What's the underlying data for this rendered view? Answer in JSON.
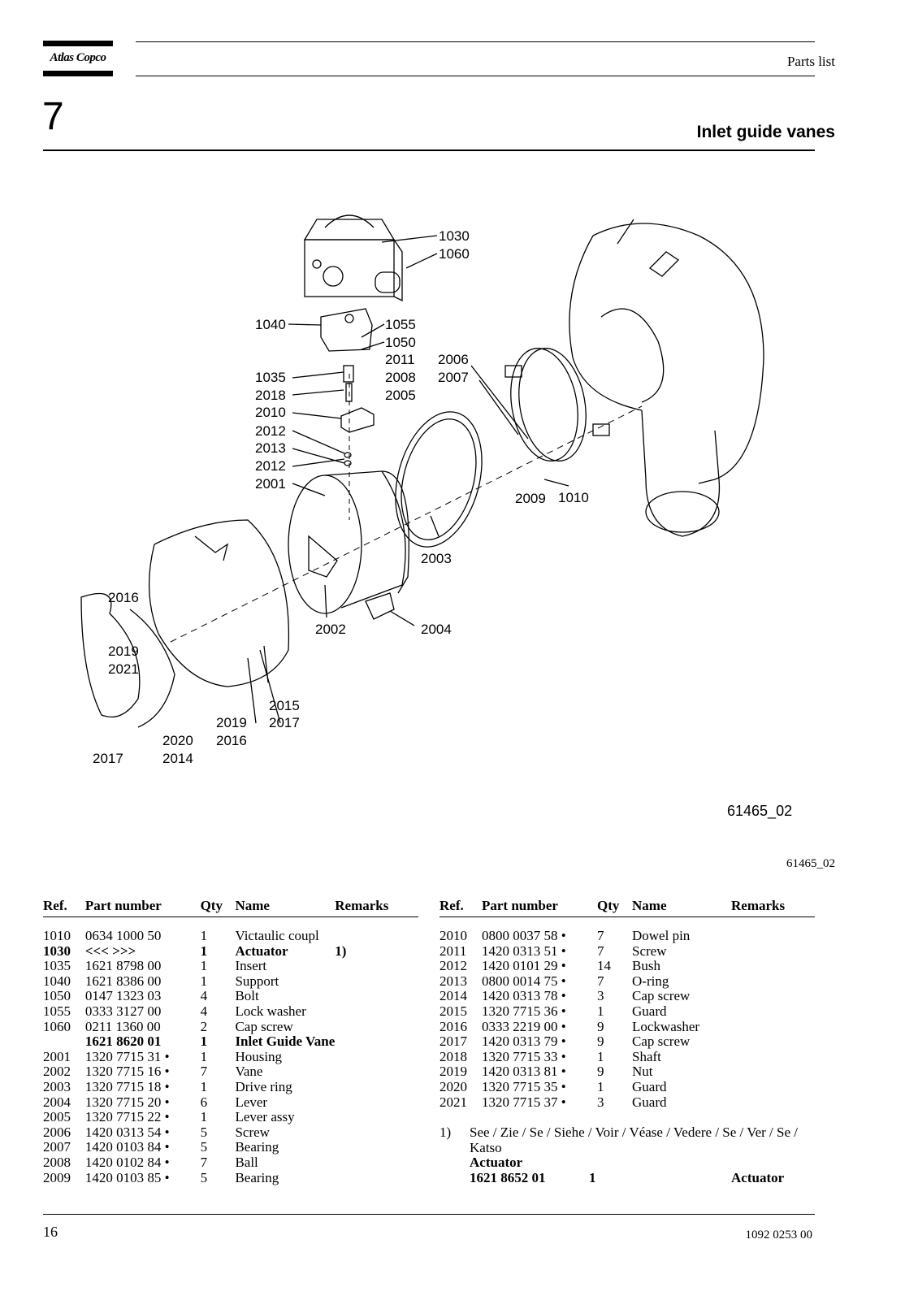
{
  "header": {
    "logo_text": "Atlas Copco",
    "section": "Parts list"
  },
  "chapter": {
    "number": "7",
    "title": "Inlet guide vanes"
  },
  "diagram": {
    "id_label": "61465_02",
    "caption_id": "61465_02",
    "callouts": [
      "1030",
      "1060",
      "1040",
      "1055",
      "1050",
      "2011",
      "1035",
      "2008",
      "2018",
      "2005",
      "2010",
      "2006",
      "2007",
      "2012",
      "2013",
      "2012",
      "2001",
      "2009",
      "1010",
      "2003",
      "2016",
      "2002",
      "2004",
      "2019",
      "2021",
      "2015",
      "2017",
      "2019",
      "2016",
      "2020",
      "2017",
      "2014"
    ]
  },
  "table_headers": {
    "ref": "Ref.",
    "part_number": "Part number",
    "qty": "Qty",
    "name": "Name",
    "remarks": "Remarks"
  },
  "left_rows": [
    {
      "ref": "1010",
      "pn": "0634 1000 50",
      "qty": "1",
      "name": "Victaulic coupl",
      "rem": "",
      "bold": false
    },
    {
      "ref": "1030",
      "pn": "<<< >>>",
      "qty": "1",
      "name": "Actuator",
      "rem": "1)",
      "bold": true
    },
    {
      "ref": "1035",
      "pn": "1621 8798 00",
      "qty": "1",
      "name": "Insert",
      "rem": "",
      "bold": false
    },
    {
      "ref": "1040",
      "pn": "1621 8386 00",
      "qty": "1",
      "name": "Support",
      "rem": "",
      "bold": false
    },
    {
      "ref": "1050",
      "pn": "0147 1323 03",
      "qty": "4",
      "name": "Bolt",
      "rem": "",
      "bold": false
    },
    {
      "ref": "1055",
      "pn": "0333 3127 00",
      "qty": "4",
      "name": "Lock washer",
      "rem": "",
      "bold": false
    },
    {
      "ref": "1060",
      "pn": "0211 1360 00",
      "qty": "2",
      "name": "Cap screw",
      "rem": "",
      "bold": false
    },
    {
      "ref": "",
      "pn": "1621 8620 01",
      "qty": "1",
      "name": "Inlet Guide Vane",
      "rem": "",
      "bold": true
    },
    {
      "ref": "2001",
      "pn": "1320 7715 31 •",
      "qty": "1",
      "name": "Housing",
      "rem": "",
      "bold": false
    },
    {
      "ref": "2002",
      "pn": "1320 7715 16 •",
      "qty": "7",
      "name": "Vane",
      "rem": "",
      "bold": false
    },
    {
      "ref": "2003",
      "pn": "1320 7715 18 •",
      "qty": "1",
      "name": "Drive ring",
      "rem": "",
      "bold": false
    },
    {
      "ref": "2004",
      "pn": "1320 7715 20 •",
      "qty": "6",
      "name": "Lever",
      "rem": "",
      "bold": false
    },
    {
      "ref": "2005",
      "pn": "1320 7715 22 •",
      "qty": "1",
      "name": "Lever assy",
      "rem": "",
      "bold": false
    },
    {
      "ref": "2006",
      "pn": "1420 0313 54 •",
      "qty": "5",
      "name": "Screw",
      "rem": "",
      "bold": false
    },
    {
      "ref": "2007",
      "pn": "1420 0103 84 •",
      "qty": "5",
      "name": "Bearing",
      "rem": "",
      "bold": false
    },
    {
      "ref": "2008",
      "pn": "1420 0102 84 •",
      "qty": "7",
      "name": "Ball",
      "rem": "",
      "bold": false
    },
    {
      "ref": "2009",
      "pn": "1420 0103 85 •",
      "qty": "5",
      "name": "Bearing",
      "rem": "",
      "bold": false
    }
  ],
  "right_rows": [
    {
      "ref": "2010",
      "pn": "0800 0037 58 •",
      "qty": "7",
      "name": "Dowel pin",
      "rem": ""
    },
    {
      "ref": "2011",
      "pn": "1420 0313 51 •",
      "qty": "7",
      "name": "Screw",
      "rem": ""
    },
    {
      "ref": "2012",
      "pn": "1420 0101 29 •",
      "qty": "14",
      "name": "Bush",
      "rem": ""
    },
    {
      "ref": "2013",
      "pn": "0800 0014 75 •",
      "qty": "7",
      "name": "O-ring",
      "rem": ""
    },
    {
      "ref": "2014",
      "pn": "1420 0313 78 •",
      "qty": "3",
      "name": "Cap screw",
      "rem": ""
    },
    {
      "ref": "2015",
      "pn": "1320 7715 36 •",
      "qty": "1",
      "name": "Guard",
      "rem": ""
    },
    {
      "ref": "2016",
      "pn": "0333 2219 00 •",
      "qty": "9",
      "name": "Lockwasher",
      "rem": ""
    },
    {
      "ref": "2017",
      "pn": "1420 0313 79 •",
      "qty": "9",
      "name": "Cap screw",
      "rem": ""
    },
    {
      "ref": "2018",
      "pn": "1320 7715 33 •",
      "qty": "1",
      "name": "Shaft",
      "rem": ""
    },
    {
      "ref": "2019",
      "pn": "1420 0313 81 •",
      "qty": "9",
      "name": "Nut",
      "rem": ""
    },
    {
      "ref": "2020",
      "pn": "1320 7715 35 •",
      "qty": "1",
      "name": "Guard",
      "rem": ""
    },
    {
      "ref": "2021",
      "pn": "1320 7715 37 •",
      "qty": "3",
      "name": "Guard",
      "rem": ""
    }
  ],
  "footnote": {
    "marker": "1)",
    "text": "See / Zie / Se / Siehe / Voir / Véase / Vedere / Se / Ver / Se / Katso",
    "heading": "Actuator",
    "pn": "1621 8652 01",
    "qty": "1",
    "name": "Actuator"
  },
  "footer": {
    "page_number": "16",
    "doc_number": "1092 0253 00"
  }
}
